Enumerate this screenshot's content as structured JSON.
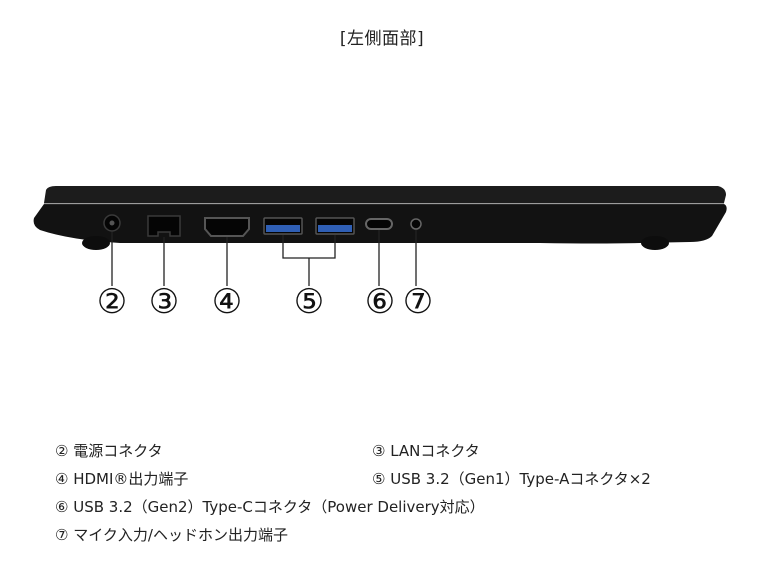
{
  "title": "[左側面部]",
  "callouts": [
    "②",
    "③",
    "④",
    "⑤",
    "⑥",
    "⑦"
  ],
  "legend": [
    "② 電源コネクタ",
    "③ LANコネクタ",
    "④ HDMI®出力端子",
    "⑤ USB 3.2（Gen1）Type-Aコネクタ×2",
    "⑥ USB 3.2（Gen2）Type-Cコネクタ（Power Delivery対応）",
    "⑦ マイク入力/ヘッドホン出力端子"
  ],
  "colors": {
    "chassis": "#161616",
    "port_usb": "#2f5fb5",
    "line": "#222222"
  }
}
